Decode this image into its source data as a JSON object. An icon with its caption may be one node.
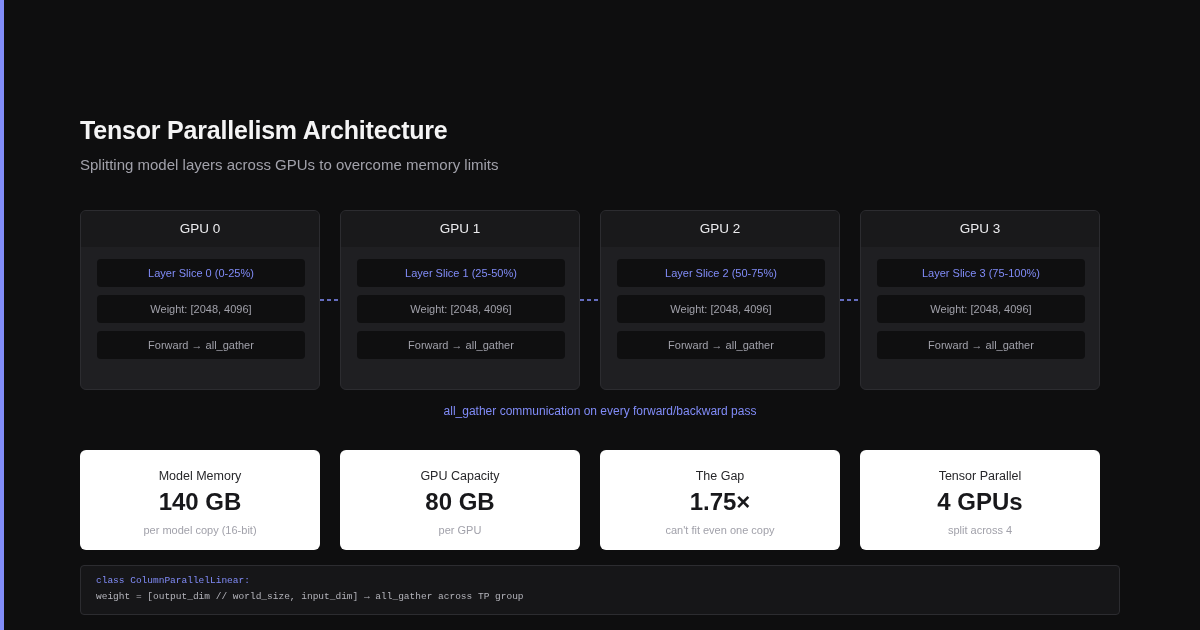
{
  "diagram": {
    "title": "Tensor Parallelism Architecture",
    "nodes": [
      {
        "text": [
          "GPU 0"
        ]
      },
      {
        "text": [
          "Layer Slice 0 (0-25%)"
        ],
        "in": 0
      },
      {
        "text": [
          "Weight: [2048, 4096]"
        ],
        "in": 0
      },
      {
        "text": [
          "Forward → all_gather"
        ],
        "in": 0
      },
      {
        "text": [
          "GPU 1"
        ]
      },
      {
        "text": [
          "Layer Slice 1 (25-50%)"
        ],
        "in": 4
      },
      {
        "text": [
          "Weight: [2048, 4096]"
        ],
        "in": 4
      },
      {
        "text": [
          "Forward → all_gather"
        ],
        "in": 4
      },
      {
        "text": [
          "GPU 2"
        ]
      },
      {
        "text": [
          "Layer Slice 2 (50-75%)"
        ],
        "in": 8
      },
      {
        "text": [
          "Weight: [2048, 4096]"
        ],
        "in": 8
      },
      {
        "text": [
          "Forward → all_gather"
        ],
        "in": 8
      },
      {
        "text": [
          "GPU 3"
        ]
      },
      {
        "text": [
          "Layer Slice 3 (75-100%)"
        ],
        "in": 12
      },
      {
        "text": [
          "Weight: [2048, 4096]"
        ],
        "in": 12
      },
      {
        "text": [
          "Forward → all_gather"
        ],
        "in": 12
      },
      {
        "text": [
          "Model Memory",
          "140 GB",
          "per model copy (16-bit)"
        ]
      },
      {
        "text": [
          "GPU Capacity",
          "80 GB",
          "per GPU"
        ]
      },
      {
        "text": [
          "The Gap",
          "1.75×",
          "can't fit even one copy"
        ]
      },
      {
        "text": [
          "Tensor Parallel",
          "4 GPUs",
          "split across 4"
        ]
      },
      {
        "text": [
          "class ColumnParallelLinear:",
          "weight = [output_dim // world_size, input_dim] → all_gather across TP group"
        ]
      }
    ],
    "edges": [
      {
        "from": 0,
        "to": 4,
        "arrow": "none",
        "style": "dashed"
      },
      {
        "from": 4,
        "to": 8,
        "arrow": "none",
        "style": "dashed"
      },
      {
        "from": 8,
        "to": 12,
        "arrow": "none",
        "style": "dashed"
      }
    ],
    "labels": [
      "Splitting model layers across GPUs to overcome memory limits",
      "all_gather communication on every forward/backward pass"
    ]
  }
}
